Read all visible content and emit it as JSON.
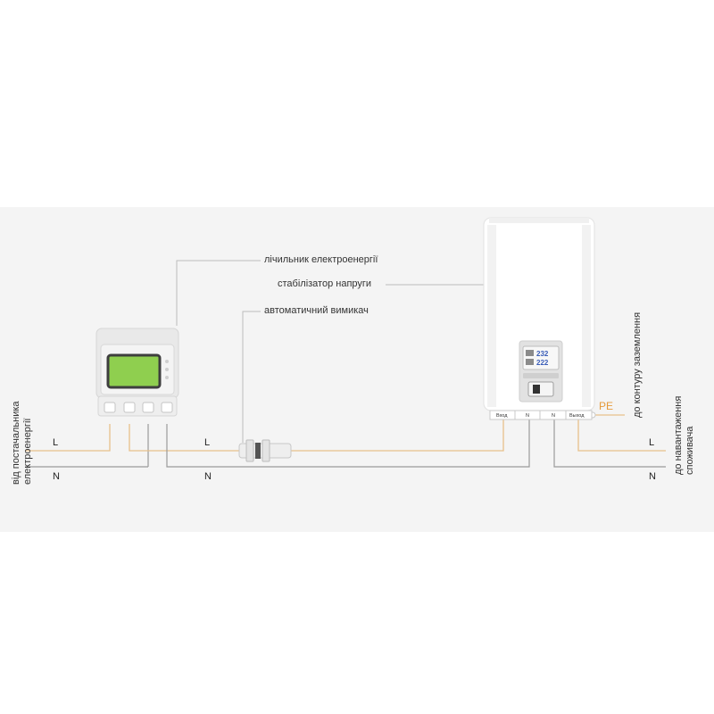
{
  "labels": {
    "meter": "лічильник електроенергії",
    "stabilizer": "стабілізатор напруги",
    "breaker": "автоматичний вимикач"
  },
  "wires": {
    "L": "L",
    "N": "N",
    "PE": "PE"
  },
  "left_side": {
    "line1": "від постачальника",
    "line2": "електроенергії"
  },
  "right_side": {
    "ground": "до контуру заземлення",
    "load_line1": "до навантаження",
    "load_line2": "споживача"
  },
  "stabilizer_display": {
    "top_value": "232",
    "bottom_value": "222"
  },
  "terminals": {
    "input": "Вход",
    "n1": "N",
    "n2": "N",
    "output": "Выход"
  },
  "colors": {
    "L_wire": "#e8c08a",
    "N_wire": "#9a9a9a",
    "PE_label": "#e59a3a",
    "background_band": "#f4f4f4",
    "display_screen": "#8fcf4f"
  }
}
